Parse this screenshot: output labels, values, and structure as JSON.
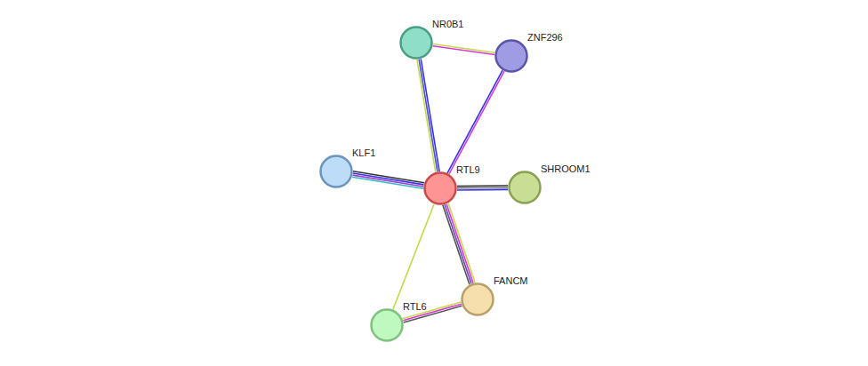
{
  "diagram": {
    "nodes": [
      {
        "text": [
          "NR0B1"
        ]
      },
      {
        "text": [
          "ZNF296"
        ]
      },
      {
        "text": [
          "KLF1"
        ]
      },
      {
        "text": [
          "RTL9"
        ]
      },
      {
        "text": [
          "SHROOM1"
        ]
      },
      {
        "text": [
          "FANCM"
        ]
      },
      {
        "text": [
          "RTL6"
        ]
      }
    ],
    "edges": [
      {
        "from": 0,
        "to": 1,
        "arrow": "none"
      },
      {
        "from": 0,
        "to": 1,
        "arrow": "none"
      },
      {
        "from": 0,
        "to": 3,
        "arrow": "none"
      },
      {
        "from": 0,
        "to": 3,
        "arrow": "none"
      },
      {
        "from": 0,
        "to": 3,
        "arrow": "none"
      },
      {
        "from": 1,
        "to": 3,
        "arrow": "none"
      },
      {
        "from": 1,
        "to": 3,
        "arrow": "none"
      },
      {
        "from": 2,
        "to": 3,
        "arrow": "none"
      },
      {
        "from": 2,
        "to": 3,
        "arrow": "none"
      },
      {
        "from": 2,
        "to": 3,
        "arrow": "none"
      },
      {
        "from": 2,
        "to": 3,
        "arrow": "none"
      },
      {
        "from": 3,
        "to": 4,
        "arrow": "none"
      },
      {
        "from": 3,
        "to": 4,
        "arrow": "none"
      },
      {
        "from": 3,
        "to": 4,
        "arrow": "none"
      },
      {
        "from": 3,
        "to": 5,
        "arrow": "none"
      },
      {
        "from": 3,
        "to": 5,
        "arrow": "none"
      },
      {
        "from": 3,
        "to": 5,
        "arrow": "none"
      },
      {
        "from": 3,
        "to": 5,
        "arrow": "none"
      },
      {
        "from": 3,
        "to": 6,
        "arrow": "none"
      },
      {
        "from": 6,
        "to": 5,
        "arrow": "none"
      },
      {
        "from": 6,
        "to": 5,
        "arrow": "none"
      },
      {
        "from": 6,
        "to": 5,
        "arrow": "none"
      }
    ]
  }
}
